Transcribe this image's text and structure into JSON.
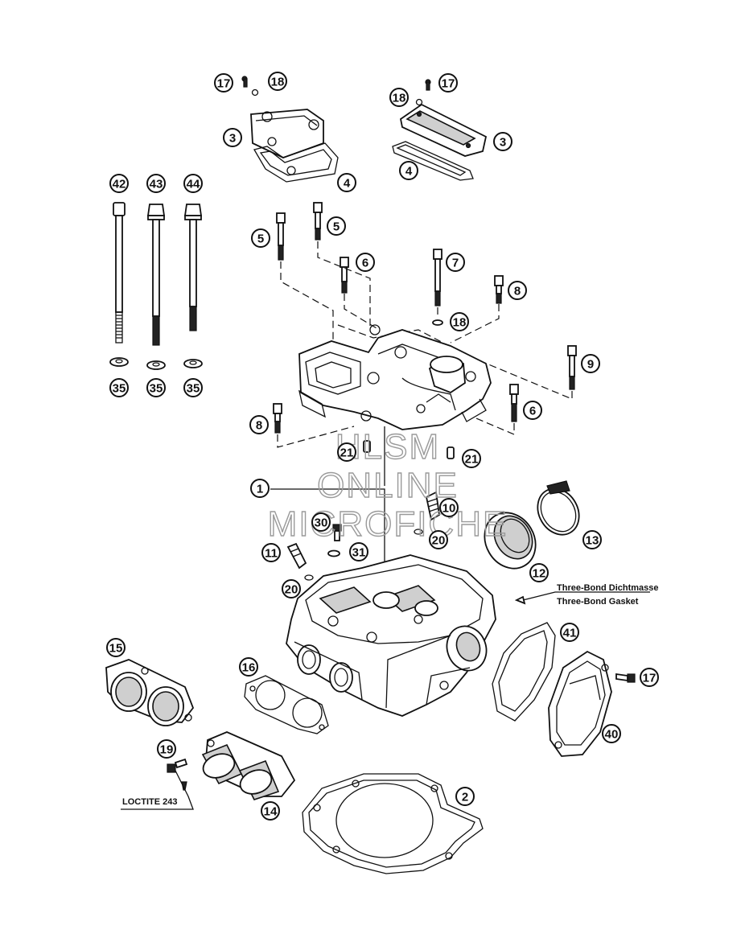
{
  "diagram": {
    "callouts": [
      "17",
      "18",
      "3",
      "4",
      "17",
      "18",
      "3",
      "4",
      "42",
      "43",
      "44",
      "35",
      "35",
      "35",
      "5",
      "5",
      "6",
      "7",
      "8",
      "18",
      "9",
      "6",
      "8",
      "21",
      "21",
      "1",
      "10",
      "20",
      "30",
      "31",
      "11",
      "20",
      "13",
      "12",
      "15",
      "16",
      "41",
      "17",
      "40",
      "19",
      "14",
      "2"
    ],
    "notes": {
      "three_bond_de": "Three-Bond Dichtmasse",
      "three_bond_en": "Three-Bond Gasket",
      "loctite": "LOCTITE 243"
    },
    "watermark": [
      "HLSM",
      "ONLINE",
      "MICROFICHE"
    ]
  }
}
